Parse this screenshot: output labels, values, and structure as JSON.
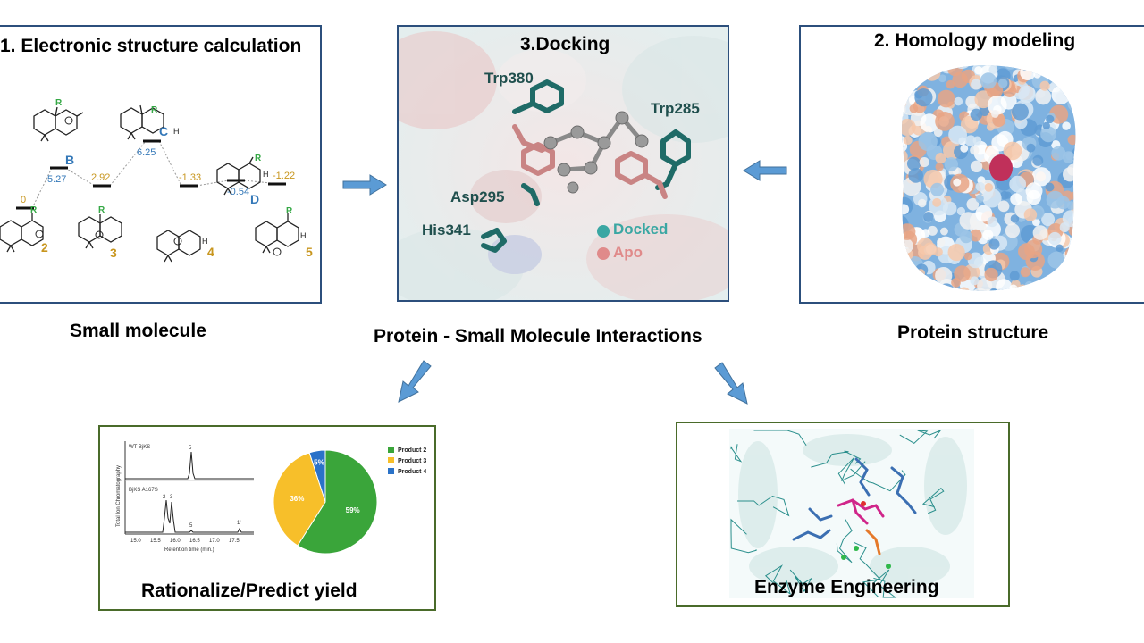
{
  "panels": {
    "electronic": {
      "title": "1. Electronic structure calculation",
      "species": [
        {
          "label": "2",
          "energy": "0"
        },
        {
          "label": "B",
          "energy": "5.27"
        },
        {
          "label": "3",
          "energy": "2.92"
        },
        {
          "label": "C",
          "energy": "6.25"
        },
        {
          "label": "4",
          "energy": "-1.33"
        },
        {
          "label": "D",
          "energy": "-0.54"
        },
        {
          "label": "5",
          "energy": "-1.22"
        }
      ],
      "group_label": "R",
      "h_label": "H",
      "colors": {
        "intermediate": "#c8961e",
        "transition": "#3478b8",
        "rgroup": "#35a845"
      }
    },
    "docking": {
      "title": "3.Docking",
      "residues": [
        "Trp380",
        "Trp285",
        "Asp295",
        "His341"
      ],
      "legend": [
        {
          "label": "Docked",
          "color": "#3aa7a3"
        },
        {
          "label": "Apo",
          "color": "#e08a8a"
        }
      ]
    },
    "homology": {
      "title": "2. Homology modeling"
    },
    "yield": {
      "title": "Rationalize/Predict yield",
      "chromatogram": {
        "ylabel": "Total Ion Chromatography",
        "xlabel": "Retention time (min.)",
        "x_ticks": [
          "15.0",
          "15.5",
          "16.0",
          "16.5",
          "17.0",
          "17.5"
        ],
        "traces": [
          {
            "name": "WT BjKS",
            "peaks": [
              {
                "label": "5"
              }
            ]
          },
          {
            "name": "BjKS A167S",
            "peaks": [
              {
                "label": "2"
              },
              {
                "label": "3"
              },
              {
                "label": "5"
              },
              {
                "label": "1'"
              }
            ]
          }
        ]
      }
    },
    "enzyme": {
      "title": "Enzyme Engineering"
    }
  },
  "captions": {
    "small_molecule": "Small molecule",
    "interactions": "Protein - Small Molecule Interactions",
    "protein_structure": "Protein structure"
  },
  "chart_data": {
    "type": "pie",
    "categories": [
      "Product 2",
      "Product 3",
      "Product 4"
    ],
    "values": [
      59,
      36,
      5
    ],
    "labels": [
      "59%",
      "36%",
      "5%"
    ],
    "colors": [
      "#3aa53a",
      "#f7bf2a",
      "#2a72c8"
    ]
  }
}
